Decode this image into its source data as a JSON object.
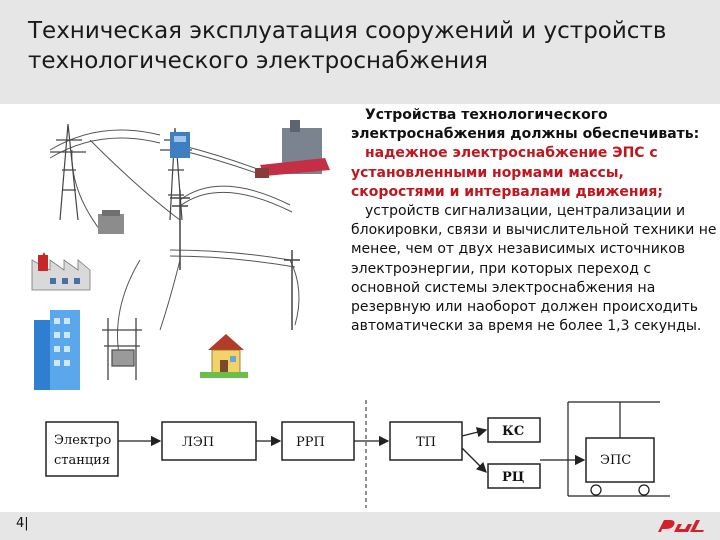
{
  "header": {
    "title": "Техническая эксплуатация сооружений и устройств технологического электроснабжения"
  },
  "body": {
    "lead": "Устройства технологического электроснабжения должны обеспечивать:",
    "point1": "надежное электроснабжение ЭПС с установленными нормами массы, скоростями и интервалами движения;",
    "point2": "устройств сигнализации, централизации и блокировки, связи и вычислительной техники не менее, чем от двух независимых источников электроэнергии, при которых переход с основной системы электроснабжения на резервную или наоборот должен происходить автоматически за время не более 1,3 секунды."
  },
  "diagram": {
    "power_station_line1": "Электро",
    "power_station_line2": "станция",
    "lep": "ЛЭП",
    "rrp": "РРП",
    "tp": "ТП",
    "ks": "КС",
    "rc": "РЦ",
    "eps": "ЭПС"
  },
  "footer": {
    "page": "4|"
  },
  "colors": {
    "header_bg": "#e6e6e6",
    "accent_red": "#c0171f",
    "text": "#111111"
  }
}
